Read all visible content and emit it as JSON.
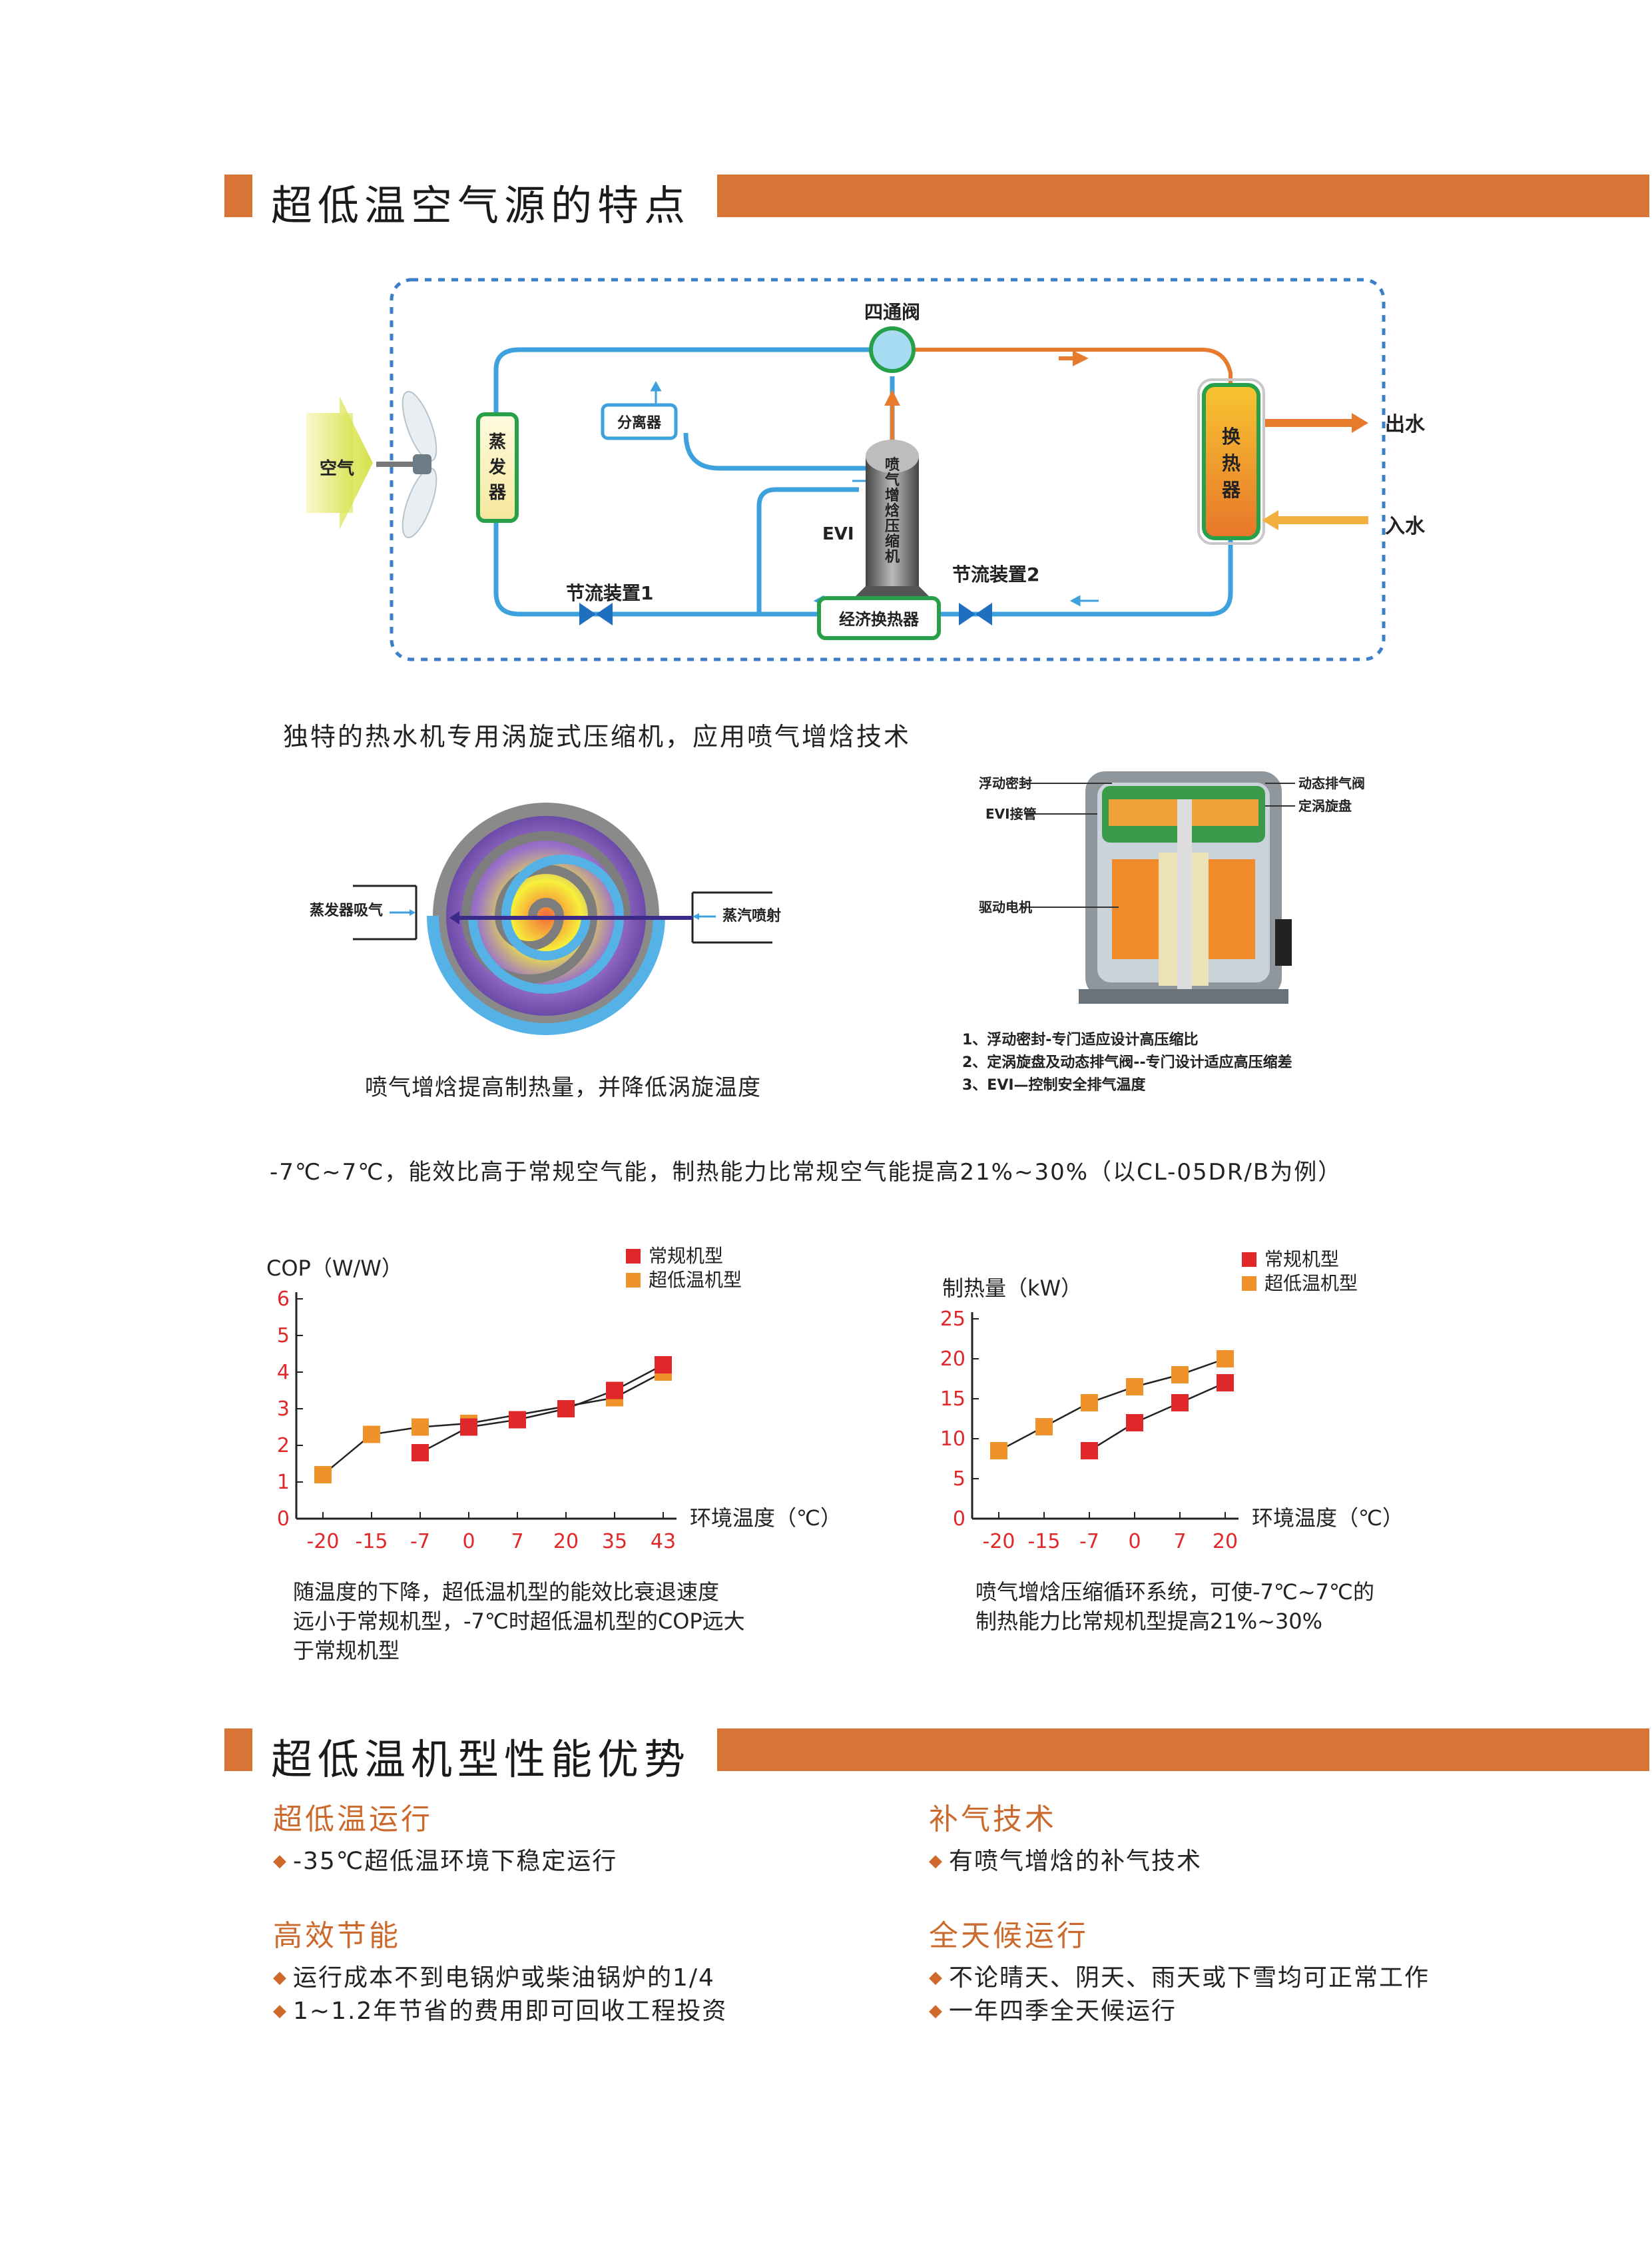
{
  "section1": {
    "title": "超低温空气源的特点"
  },
  "diagram": {
    "four_way_valve": "四通阀",
    "separator": "分离器",
    "evaporator": "蒸发器",
    "air": "空气",
    "compressor": "喷气增焓压缩机",
    "evi": "EVI",
    "throttle1": "节流装置1",
    "throttle2": "节流装置2",
    "economizer": "经济换热器",
    "heat_exchanger": "换热器",
    "water_out": "出水",
    "water_in": "入水"
  },
  "compressor_section": {
    "heading": "独特的热水机专用涡旋式压缩机，应用喷气增焓技术",
    "scroll_left_label": "蒸发器吸气",
    "scroll_right_label": "蒸汽喷射",
    "scroll_caption": "喷气增焓提高制热量，并降低涡旋温度",
    "cutaway_labels": {
      "floating_seal": "浮动密封",
      "evi_pipe": "EVI接管",
      "drive_motor": "驱动电机",
      "dynamic_valve": "动态排气阀",
      "fixed_scroll": "定涡旋盘"
    },
    "notes": [
      "1、浮动密封-专门适应设计高压缩比",
      "2、定涡旋盘及动态排气阀--专门设计适应高压缩差",
      "3、EVI—控制安全排气温度"
    ]
  },
  "charts_heading": "-7℃~7℃，能效比高于常规空气能，制热能力比常规空气能提高21%~30%（以CL-05DR/B为例）",
  "chart_data": [
    {
      "type": "line",
      "ylabel": "COP（W/W）",
      "xlabel": "环境温度（℃）",
      "categories": [
        "-20",
        "-15",
        "-7",
        "0",
        "7",
        "20",
        "35",
        "43"
      ],
      "yticks": [
        "0",
        "1",
        "2",
        "3",
        "4",
        "5",
        "6"
      ],
      "ylim": [
        0,
        6
      ],
      "legend": [
        "常规机型",
        "超低温机型"
      ],
      "series": [
        {
          "name": "常规机型",
          "color": "#e0282a",
          "values": [
            null,
            null,
            1.8,
            2.5,
            2.7,
            3.0,
            3.5,
            4.2
          ]
        },
        {
          "name": "超低温机型",
          "color": "#f0922a",
          "values": [
            1.2,
            2.3,
            2.5,
            2.6,
            null,
            null,
            3.3,
            4.0
          ]
        }
      ],
      "description": [
        "随温度的下降，超低温机型的能效比衰退速度",
        "远小于常规机型，-7℃时超低温机型的COP远大",
        "于常规机型"
      ]
    },
    {
      "type": "line",
      "ylabel": "制热量（kW）",
      "xlabel": "环境温度（℃）",
      "categories": [
        "-20",
        "-15",
        "-7",
        "0",
        "7",
        "20"
      ],
      "yticks": [
        "0",
        "5",
        "10",
        "15",
        "20",
        "25"
      ],
      "ylim": [
        0,
        25
      ],
      "legend": [
        "常规机型",
        "超低温机型"
      ],
      "series": [
        {
          "name": "常规机型",
          "color": "#e0282a",
          "values": [
            null,
            null,
            8.5,
            12,
            14.5,
            17
          ]
        },
        {
          "name": "超低温机型",
          "color": "#f0922a",
          "values": [
            8.5,
            11.5,
            14.5,
            16.5,
            18,
            20
          ]
        }
      ],
      "description": [
        "喷气增焓压缩循环系统，可使-7℃~7℃的",
        "制热能力比常规机型提高21%~30%"
      ]
    }
  ],
  "section2": {
    "title": "超低温机型性能优势"
  },
  "features": [
    {
      "title": "超低温运行",
      "items": [
        "-35℃超低温环境下稳定运行"
      ]
    },
    {
      "title": "补气技术",
      "items": [
        "有喷气增焓的补气技术"
      ]
    },
    {
      "title": "高效节能",
      "items": [
        "运行成本不到电锅炉或柴油锅炉的1/4",
        "1~1.2年节省的费用即可回收工程投资"
      ]
    },
    {
      "title": "全天候运行",
      "items": [
        "不论晴天、阴天、雨天或下雪均可正常工作",
        "一年四季全天候运行"
      ]
    }
  ],
  "colors": {
    "accent": "#d87435",
    "pipe_blue": "#3da1dd",
    "pipe_orange": "#e87a2e",
    "series_red": "#e0282a",
    "series_orange": "#f0922a"
  }
}
